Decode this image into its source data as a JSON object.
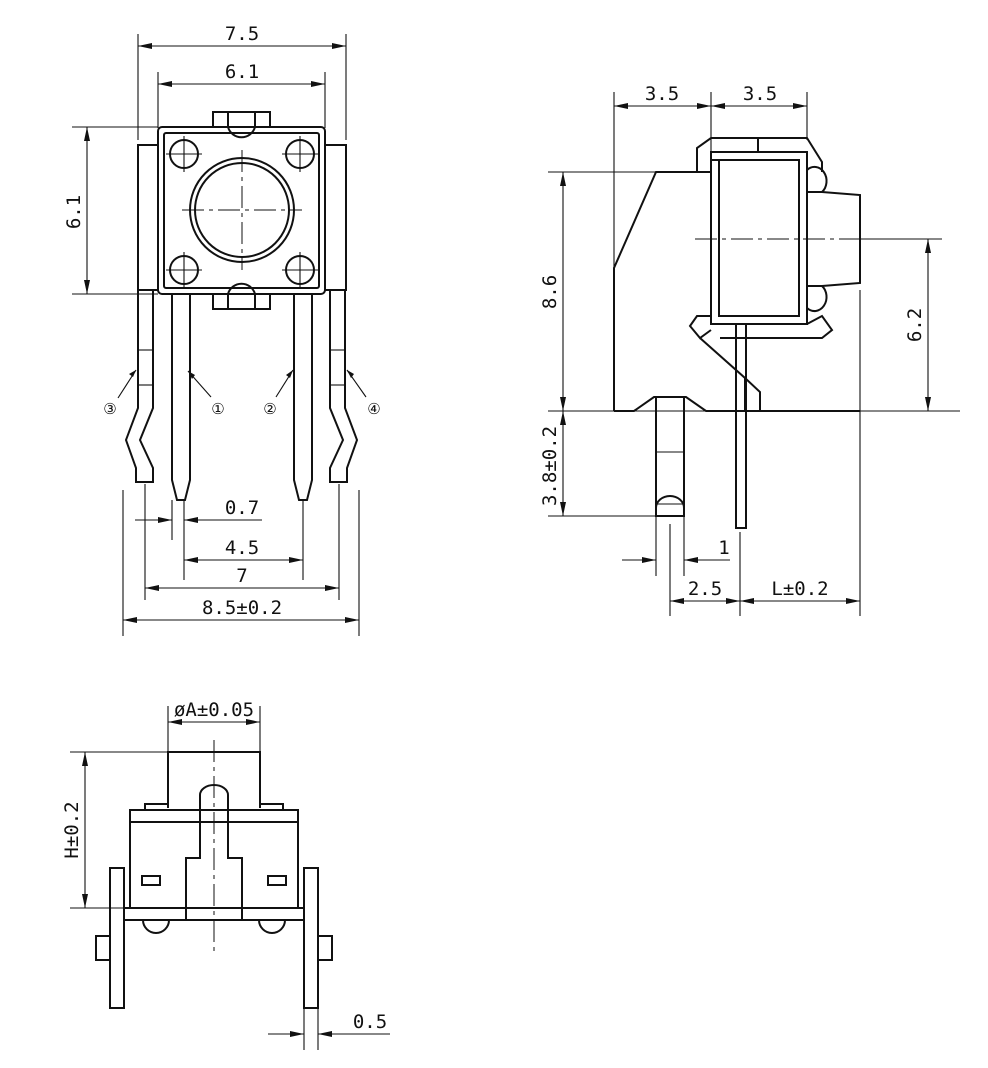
{
  "front_view": {
    "dim_overall_width": "7.5",
    "dim_body_width": "6.1",
    "dim_body_height": "6.1",
    "dim_pin_width": "0.7",
    "dim_inner_pitch": "4.5",
    "dim_outer_pitch": "7",
    "dim_total_span": "8.5±0.2",
    "pin_markers": [
      "③",
      "①",
      "②",
      "④"
    ]
  },
  "side_view": {
    "dim_left_half": "3.5",
    "dim_right_half": "3.5",
    "dim_height": "8.6",
    "dim_center_height": "6.2",
    "dim_leg_length": "3.8±0.2",
    "dim_leg_gap": "1",
    "dim_leg_pitch": "2.5",
    "dim_actuator_length": "L±0.2"
  },
  "bottom_view": {
    "dim_actuator_diameter": "øA±0.05",
    "dim_height": "H±0.2",
    "dim_leg_thickness": "0.5"
  }
}
